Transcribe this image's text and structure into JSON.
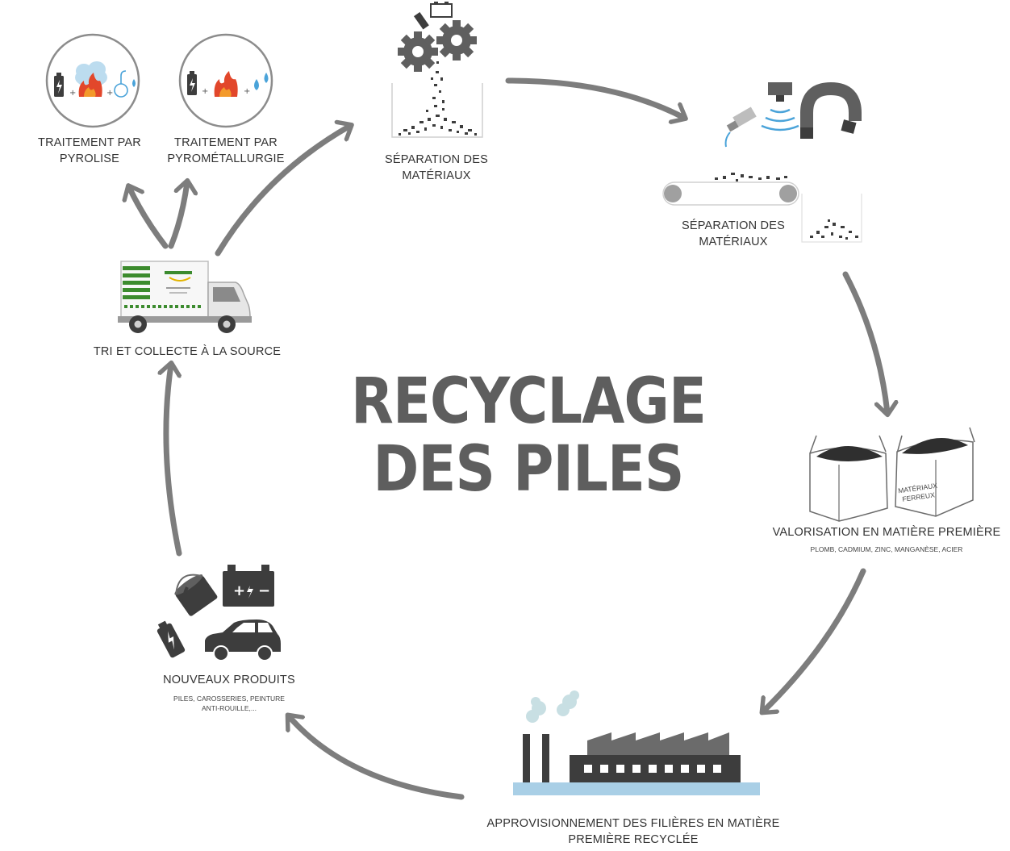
{
  "title": {
    "line1": "RECYCLAGE",
    "line2": "DES PILES"
  },
  "steps": {
    "pyrolise": {
      "line1": "TRAITEMENT PAR",
      "line2": "PYROLISE"
    },
    "pyrometallurgie": {
      "line1": "TRAITEMENT PAR",
      "line2": "PYROMÉTALLURGIE"
    },
    "separation_1": {
      "line1": "SÉPARATION DES",
      "line2": "MATÉRIAUX"
    },
    "separation_2": {
      "line1": "SÉPARATION DES",
      "line2": "MATÉRIAUX"
    },
    "valorisation": {
      "line1": "VALORISATION EN MATIÈRE PREMIÈRE",
      "sub": "PLOMB, CADMIUM, ZINC, MANGANÈSE, ACIER"
    },
    "approvisionnement": {
      "line1": "APPROVISIONNEMENT DES FILIÈRES EN MATIÈRE",
      "line2": "PREMIÈRE RECYCLÉE"
    },
    "nouveaux_produits": {
      "line1": "NOUVEAUX PRODUITS",
      "sub1": "PILES, CAROSSERIES, PEINTURE",
      "sub2": "ANTI-ROUILLE,..."
    },
    "tri_collecte": {
      "line1": "TRI ET COLLECTE À LA SOURCE"
    }
  },
  "bag_label": {
    "line1": "MATÉRIAUX",
    "line2": "FERREUX"
  },
  "battery_signs": {
    "plus": "+",
    "minus": "−"
  },
  "colors": {
    "arrow": "#7d7d7d",
    "dark": "#3d3d3d",
    "gear": "#5f5f5f",
    "flame_red": "#e2472b",
    "flame_orange": "#f39a2b",
    "water_blue": "#4aa3d9",
    "smoke": "#c8dfe3",
    "ground_blue": "#a9cfe6",
    "truck_green": "#3c8b2e"
  }
}
